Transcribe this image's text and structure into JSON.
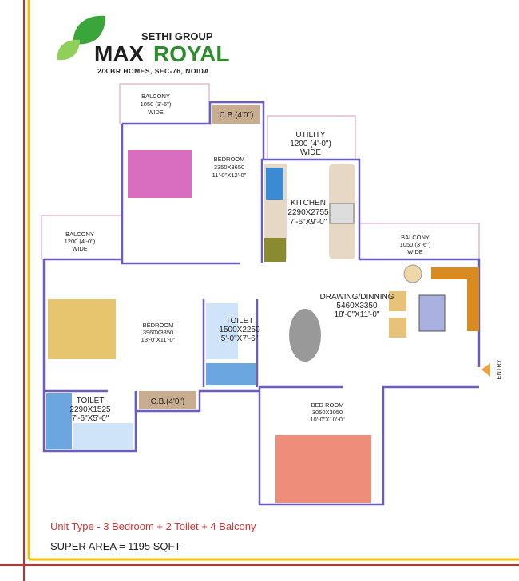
{
  "logo": {
    "group": "SETHI GROUP",
    "name_max": "MAX",
    "name_royal": "ROYAL",
    "tagline": "2/3 BR HOMES, SEC-76, NOIDA"
  },
  "rooms": {
    "balcony_top": [
      "BALCONY",
      "1050  (3'-6\")",
      "WIDE"
    ],
    "cb_top": "C.B.(4'0\")",
    "bedroom_top": [
      "BEDROOM",
      "3350X3650",
      "11'-0\"X12'-0\""
    ],
    "utility": [
      "UTILITY",
      "1200 (4'-0\")",
      "WIDE"
    ],
    "kitchen": [
      "KITCHEN",
      "2290X2755",
      "7'-6\"X9'-0\""
    ],
    "balcony_left": [
      "BALCONY",
      "1200  (4'-0\")",
      "WIDE"
    ],
    "balcony_right": [
      "BALCONY",
      "1050 (3'-6\")",
      "WIDE"
    ],
    "bedroom_left": [
      "BEDROOM",
      "3960X3350",
      "13'-0\"X11'-0\""
    ],
    "toilet_mid": [
      "TOILET",
      "1500X2250",
      "5'-0\"X7'-6\""
    ],
    "drawing": [
      "DRAWING/DINNING",
      "5460X3350",
      "18'-0\"X11'-0\""
    ],
    "toilet_left": [
      "TOILET",
      "2290X1525",
      "7'-6\"X5'-0\""
    ],
    "cb_bottom": "C.B.(4'0\")",
    "bedroom_bottom": [
      "BED ROOM",
      "3050X3050",
      "10'-0\"X10'-0\""
    ],
    "entry": "ENTRY"
  },
  "footer": {
    "unit_type": "Unit Type - 3 Bedroom + 2 Toilet + 4 Balcony",
    "super_area": "SUPER AREA = 1195 SQFT"
  },
  "colors": {
    "wall": "#6a5fc0",
    "accent_red": "#d43434",
    "brand_green": "#2e8b2e",
    "frame_yellow": "#f2c200"
  }
}
